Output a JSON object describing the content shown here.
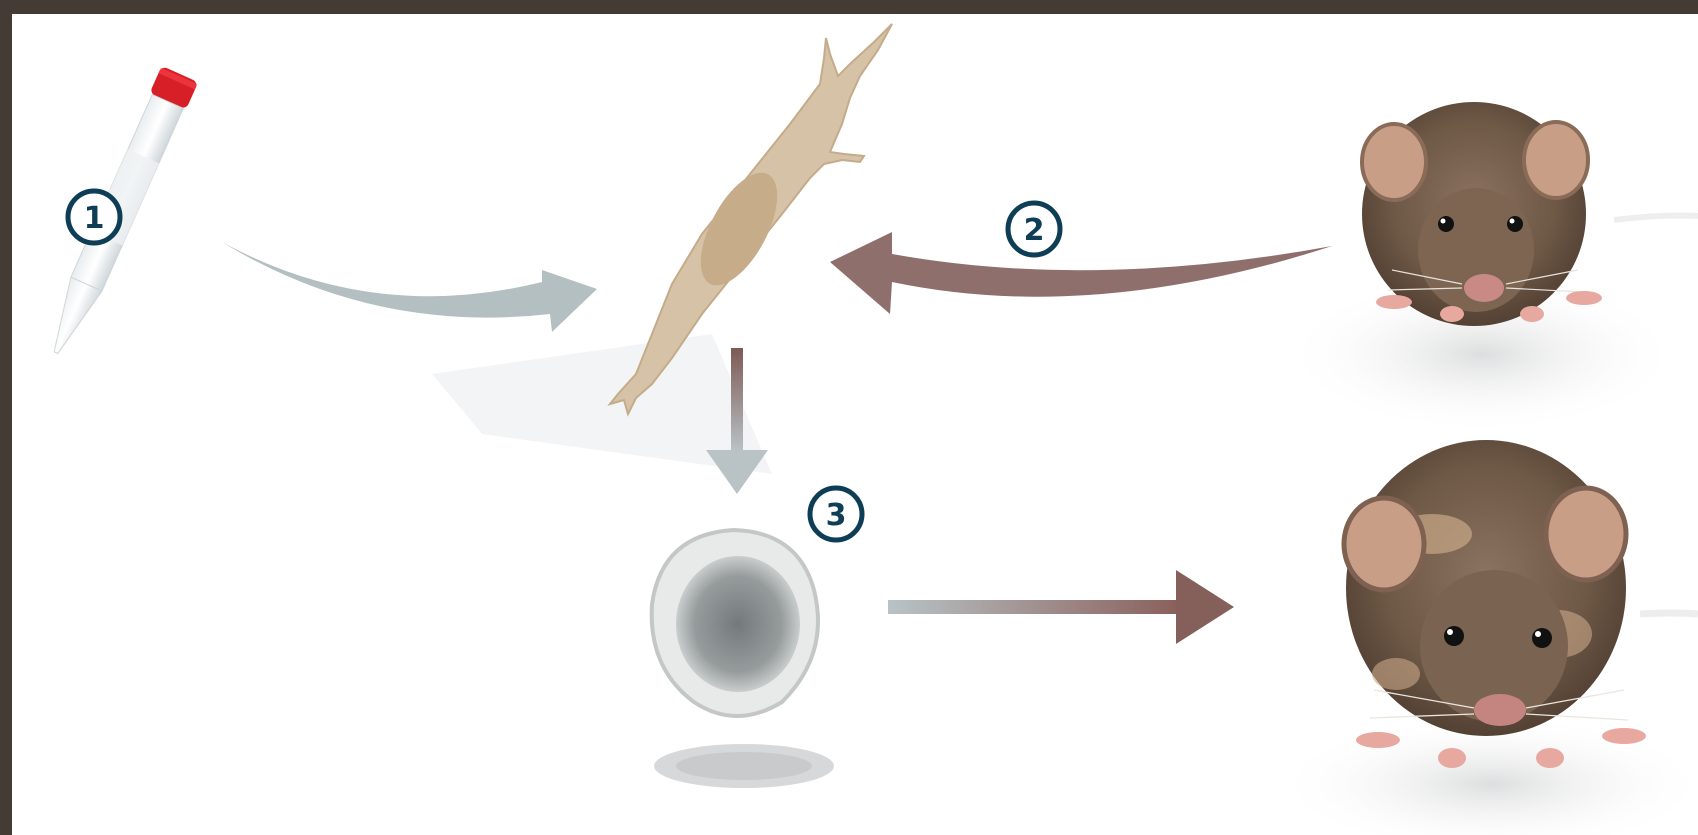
{
  "steps": [
    {
      "number": "1",
      "icon": "sample-tube-icon"
    },
    {
      "number": "2",
      "icon": "mouse-icon"
    },
    {
      "number": "3",
      "icon": "cell-icon"
    }
  ],
  "colors": {
    "frame": "#453b35",
    "background": "#ffffff",
    "step_badge": "#0e3d56",
    "arrow_gray": "#b7c1c4",
    "arrow_brown": "#8a6a66",
    "tube_cap": "#d61f26",
    "cell_body": "#d6c3a7",
    "mouse_fur": "#7a6452"
  },
  "icons": [
    "sample-tube-icon",
    "fibroblast-cell-icon",
    "mouse-icon",
    "stem-cell-icon",
    "mouse-chimera-icon",
    "arrow-icon"
  ]
}
